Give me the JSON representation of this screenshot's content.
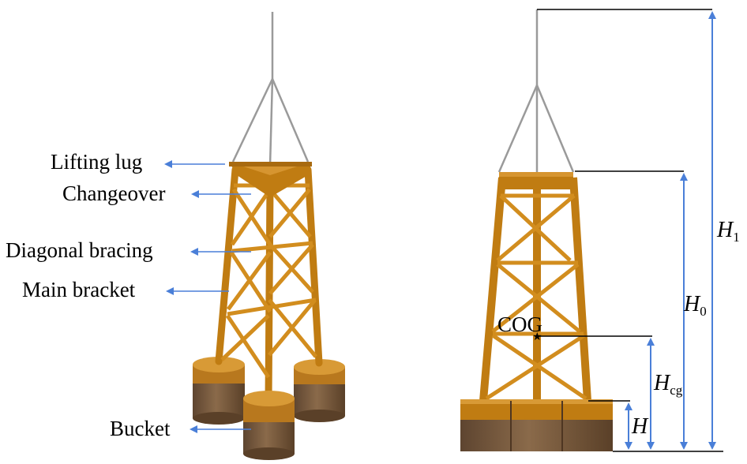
{
  "labels": {
    "lifting_lug": "Lifting lug",
    "changeover": "Changeover",
    "diagonal_bracing": "Diagonal bracing",
    "main_bracket": "Main bracket",
    "bucket": "Bucket",
    "cog": "COG"
  },
  "dimensions": {
    "h1": {
      "symbol": "H",
      "sub": "1"
    },
    "h0": {
      "symbol": "H",
      "sub": "0"
    },
    "hcg": {
      "symbol": "H",
      "sub": "cg"
    },
    "h": {
      "symbol": "H",
      "sub": ""
    }
  },
  "colors": {
    "steel": "#c88416",
    "steel_dark": "#8a5a10",
    "bucket_top": "#c98a2a",
    "bucket_body": "#7a5a3c",
    "arrow": "#4a7fd8",
    "cable": "#9a9a9a"
  }
}
